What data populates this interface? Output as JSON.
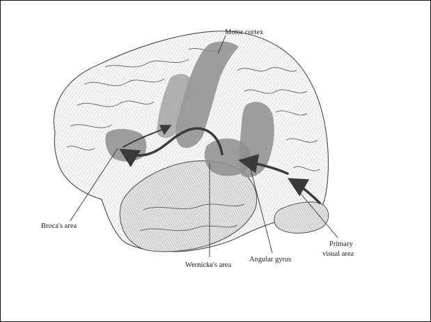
{
  "diagram": {
    "labels": {
      "motor_cortex": "Motor cortex",
      "brocas_area": "Broca's area",
      "wernickes_area": "Wernicke's area",
      "angular_gyrus": "Angular gyrus",
      "primary_visual_line1": "Primary",
      "primary_visual_line2": "visual area"
    },
    "colors": {
      "cortex_light": "#f1f1f1",
      "region_shade": "#8e8e8e",
      "arrow": "#3a3a3a",
      "outline": "#555555"
    }
  }
}
